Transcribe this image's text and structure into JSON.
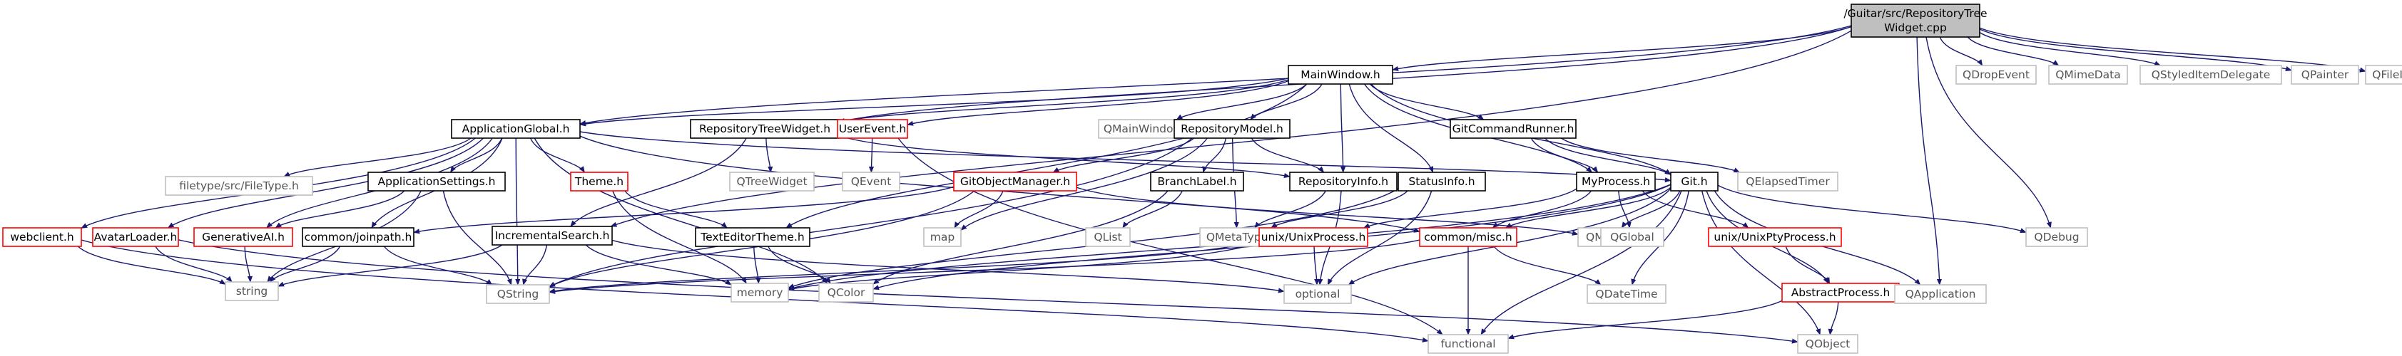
{
  "graph": {
    "colors": {
      "edge": "#191970",
      "internal_border": "#000000",
      "missing_border": "#ff0000",
      "external_border": "#bfbfbf",
      "external_text": "#555555",
      "root_fill": "#bfbfbf"
    },
    "nodes": [
      {
        "id": "root",
        "label": "/Guitar/src/RepositoryTree",
        "label2": "Widget.cpp",
        "kind": "root"
      },
      {
        "id": "mainwindow",
        "label": "MainWindow.h",
        "kind": "internal"
      },
      {
        "id": "qdropevent",
        "label": "QDropEvent",
        "kind": "external"
      },
      {
        "id": "qmimedata",
        "label": "QMimeData",
        "kind": "external"
      },
      {
        "id": "qstyled",
        "label": "QStyledItemDelegate",
        "kind": "external"
      },
      {
        "id": "qpainter",
        "label": "QPainter",
        "kind": "external"
      },
      {
        "id": "qfileinfo",
        "label": "QFileInfo",
        "kind": "external"
      },
      {
        "id": "appglobal",
        "label": "ApplicationGlobal.h",
        "kind": "internal"
      },
      {
        "id": "repotreewidget",
        "label": "RepositoryTreeWidget.h",
        "kind": "internal"
      },
      {
        "id": "userevent",
        "label": "UserEvent.h",
        "kind": "missing"
      },
      {
        "id": "qmainwindow",
        "label": "QMainWindow",
        "kind": "external"
      },
      {
        "id": "repomodel",
        "label": "RepositoryModel.h",
        "kind": "internal"
      },
      {
        "id": "gitcmdrunner",
        "label": "GitCommandRunner.h",
        "kind": "internal"
      },
      {
        "id": "filetype",
        "label": "filetype/src/FileType.h",
        "kind": "external"
      },
      {
        "id": "appsettings",
        "label": "ApplicationSettings.h",
        "kind": "internal"
      },
      {
        "id": "theme",
        "label": "Theme.h",
        "kind": "missing"
      },
      {
        "id": "qtreewidget",
        "label": "QTreeWidget",
        "kind": "external"
      },
      {
        "id": "qevent",
        "label": "QEvent",
        "kind": "external"
      },
      {
        "id": "gitobjmgr",
        "label": "GitObjectManager.h",
        "kind": "missing"
      },
      {
        "id": "branchlabel",
        "label": "BranchLabel.h",
        "kind": "internal"
      },
      {
        "id": "repoinfo",
        "label": "RepositoryInfo.h",
        "kind": "internal"
      },
      {
        "id": "statusinfo",
        "label": "StatusInfo.h",
        "kind": "internal"
      },
      {
        "id": "myprocess",
        "label": "MyProcess.h",
        "kind": "internal"
      },
      {
        "id": "git",
        "label": "Git.h",
        "kind": "internal"
      },
      {
        "id": "qelapsed",
        "label": "QElapsedTimer",
        "kind": "external"
      },
      {
        "id": "webclient",
        "label": "webclient.h",
        "kind": "missing"
      },
      {
        "id": "avatarloader",
        "label": "AvatarLoader.h",
        "kind": "missing"
      },
      {
        "id": "generativeai",
        "label": "GenerativeAI.h",
        "kind": "missing"
      },
      {
        "id": "joinpath",
        "label": "common/joinpath.h",
        "kind": "internal"
      },
      {
        "id": "incsearch",
        "label": "IncrementalSearch.h",
        "kind": "internal"
      },
      {
        "id": "map",
        "label": "map",
        "kind": "external"
      },
      {
        "id": "texteditortheme",
        "label": "TextEditorTheme.h",
        "kind": "internal"
      },
      {
        "id": "qlist",
        "label": "QList",
        "kind": "external"
      },
      {
        "id": "qmetatype",
        "label": "QMetaType",
        "kind": "external"
      },
      {
        "id": "unixprocess",
        "label": "unix/UnixProcess.h",
        "kind": "missing"
      },
      {
        "id": "misc",
        "label": "common/misc.h",
        "kind": "missing"
      },
      {
        "id": "qmutex",
        "label": "QMutex",
        "kind": "external"
      },
      {
        "id": "qglobal",
        "label": "QGlobal",
        "kind": "external"
      },
      {
        "id": "unixpty",
        "label": "unix/UnixPtyProcess.h",
        "kind": "missing"
      },
      {
        "id": "qdebug",
        "label": "QDebug",
        "kind": "external"
      },
      {
        "id": "string",
        "label": "string",
        "kind": "external"
      },
      {
        "id": "qstring",
        "label": "QString",
        "kind": "external"
      },
      {
        "id": "memory",
        "label": "memory",
        "kind": "external"
      },
      {
        "id": "qcolor",
        "label": "QColor",
        "kind": "external"
      },
      {
        "id": "optional",
        "label": "optional",
        "kind": "external"
      },
      {
        "id": "qdatetime",
        "label": "QDateTime",
        "kind": "external"
      },
      {
        "id": "abstractprocess",
        "label": "AbstractProcess.h",
        "kind": "missing"
      },
      {
        "id": "qapplication",
        "label": "QApplication",
        "kind": "external"
      },
      {
        "id": "functional",
        "label": "functional",
        "kind": "external"
      },
      {
        "id": "qobject",
        "label": "QObject",
        "kind": "external"
      }
    ],
    "edges": [
      [
        "root",
        "mainwindow"
      ],
      [
        "root",
        "qdropevent"
      ],
      [
        "root",
        "qmimedata"
      ],
      [
        "root",
        "qstyled"
      ],
      [
        "root",
        "qpainter"
      ],
      [
        "root",
        "qfileinfo"
      ],
      [
        "root",
        "appglobal"
      ],
      [
        "root",
        "repotreewidget"
      ],
      [
        "root",
        "qdebug"
      ],
      [
        "root",
        "qapplication"
      ],
      [
        "root",
        "incsearch"
      ],
      [
        "mainwindow",
        "appglobal"
      ],
      [
        "mainwindow",
        "repotreewidget"
      ],
      [
        "mainwindow",
        "userevent"
      ],
      [
        "mainwindow",
        "qmainwindow"
      ],
      [
        "mainwindow",
        "repomodel"
      ],
      [
        "mainwindow",
        "gitcmdrunner"
      ],
      [
        "mainwindow",
        "repoinfo"
      ],
      [
        "mainwindow",
        "statusinfo"
      ],
      [
        "mainwindow",
        "myprocess"
      ],
      [
        "mainwindow",
        "git"
      ],
      [
        "mainwindow",
        "texteditortheme"
      ],
      [
        "appglobal",
        "filetype"
      ],
      [
        "appglobal",
        "appsettings"
      ],
      [
        "appglobal",
        "theme"
      ],
      [
        "appglobal",
        "webclient"
      ],
      [
        "appglobal",
        "avatarloader"
      ],
      [
        "appglobal",
        "generativeai"
      ],
      [
        "appglobal",
        "joinpath"
      ],
      [
        "appglobal",
        "git"
      ],
      [
        "appglobal",
        "qstring"
      ],
      [
        "appglobal",
        "qcolor"
      ],
      [
        "appglobal",
        "misc"
      ],
      [
        "repotreewidget",
        "qtreewidget"
      ],
      [
        "repotreewidget",
        "incsearch"
      ],
      [
        "repotreewidget",
        "repoinfo"
      ],
      [
        "userevent",
        "qevent"
      ],
      [
        "userevent",
        "functional"
      ],
      [
        "repomodel",
        "gitobjmgr"
      ],
      [
        "repomodel",
        "branchlabel"
      ],
      [
        "repomodel",
        "repoinfo"
      ],
      [
        "repomodel",
        "map"
      ],
      [
        "repomodel",
        "qmetatype"
      ],
      [
        "repomodel",
        "qstring"
      ],
      [
        "gitcmdrunner",
        "myprocess"
      ],
      [
        "gitcmdrunner",
        "git"
      ],
      [
        "gitcmdrunner",
        "qelapsed"
      ],
      [
        "appsettings",
        "generativeai"
      ],
      [
        "appsettings",
        "qstring"
      ],
      [
        "appsettings",
        "string"
      ],
      [
        "theme",
        "texteditortheme"
      ],
      [
        "theme",
        "memory"
      ],
      [
        "gitobjmgr",
        "map"
      ],
      [
        "gitobjmgr",
        "joinpath"
      ],
      [
        "gitobjmgr",
        "qstring"
      ],
      [
        "gitobjmgr",
        "qmutex"
      ],
      [
        "branchlabel",
        "qlist"
      ],
      [
        "branchlabel",
        "qcolor"
      ],
      [
        "repoinfo",
        "qmetatype"
      ],
      [
        "repoinfo",
        "optional"
      ],
      [
        "statusinfo",
        "qmetatype"
      ],
      [
        "statusinfo",
        "optional"
      ],
      [
        "statusinfo",
        "memory"
      ],
      [
        "myprocess",
        "unixprocess"
      ],
      [
        "myprocess",
        "qglobal"
      ],
      [
        "myprocess",
        "unixpty"
      ],
      [
        "myprocess",
        "misc"
      ],
      [
        "git",
        "qdebug"
      ],
      [
        "git",
        "qmutex"
      ],
      [
        "git",
        "misc"
      ],
      [
        "git",
        "qobject"
      ],
      [
        "git",
        "qdatetime"
      ],
      [
        "git",
        "optional"
      ],
      [
        "git",
        "functional"
      ],
      [
        "git",
        "qcolor"
      ],
      [
        "git",
        "abstractprocess"
      ],
      [
        "git",
        "qapplication"
      ],
      [
        "git",
        "memory"
      ],
      [
        "webclient",
        "string"
      ],
      [
        "webclient",
        "functional"
      ],
      [
        "avatarloader",
        "string"
      ],
      [
        "avatarloader",
        "qobject"
      ],
      [
        "generativeai",
        "string"
      ],
      [
        "joinpath",
        "qstring"
      ],
      [
        "joinpath",
        "string"
      ],
      [
        "incsearch",
        "qstring"
      ],
      [
        "incsearch",
        "memory"
      ],
      [
        "incsearch",
        "string"
      ],
      [
        "incsearch",
        "optional"
      ],
      [
        "texteditortheme",
        "qcolor"
      ],
      [
        "texteditortheme",
        "memory"
      ],
      [
        "unixprocess",
        "qstring"
      ],
      [
        "unixprocess",
        "memory"
      ],
      [
        "unixprocess",
        "optional"
      ],
      [
        "misc",
        "qdatetime"
      ],
      [
        "misc",
        "functional"
      ],
      [
        "misc",
        "qstring"
      ],
      [
        "unixpty",
        "abstractprocess"
      ],
      [
        "abstractprocess",
        "qobject"
      ],
      [
        "abstractprocess",
        "functional"
      ]
    ]
  }
}
